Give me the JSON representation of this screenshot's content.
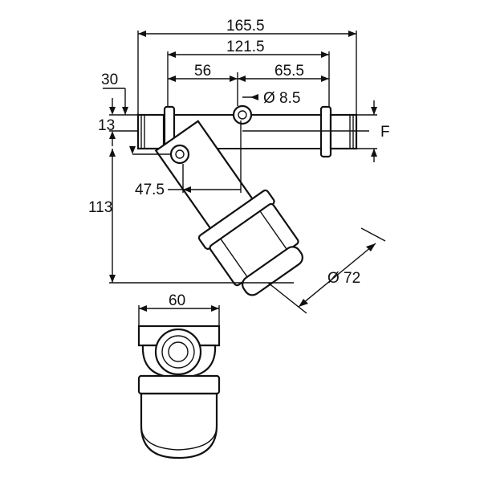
{
  "dimensions": {
    "overall_length": "165.5",
    "flange_span": "121.5",
    "left_offset": "56",
    "right_offset": "65.5",
    "hole_diameter": "Ø 8.5",
    "thread_offset": "30",
    "pipe_height": "13",
    "port_label": "F",
    "hole_offset": "47.5",
    "total_height": "113",
    "bowl_diameter": "Ø 72",
    "end_view_width": "60"
  }
}
